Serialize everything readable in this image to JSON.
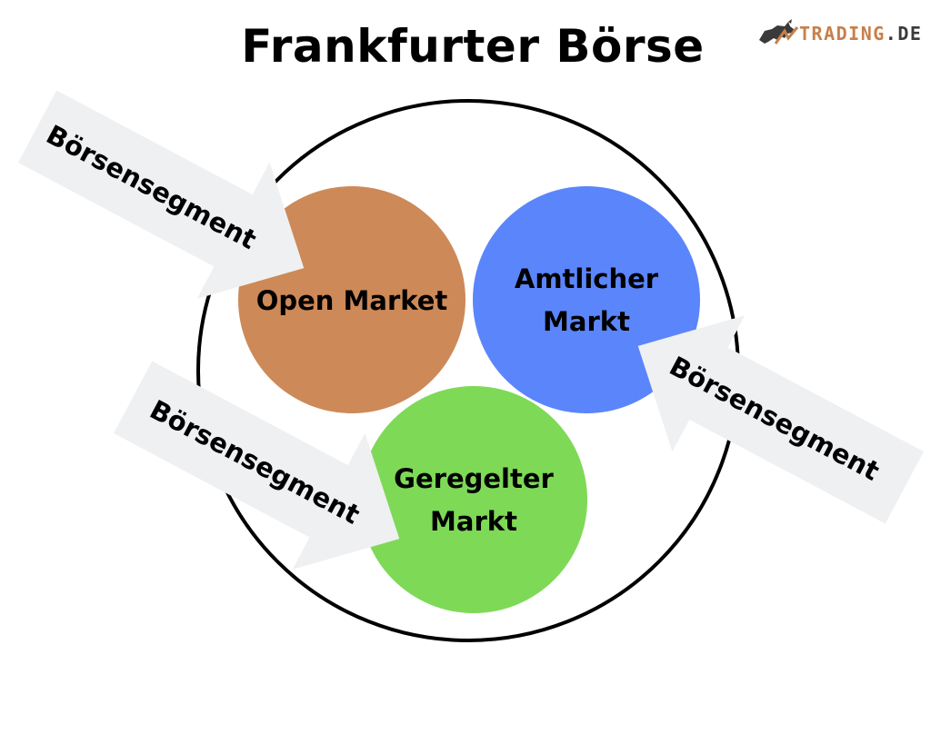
{
  "title": "Frankfurter Börse",
  "logo": {
    "brand": "TRADING",
    "suffix": ".DE",
    "icon": "bull-icon",
    "brand_color": "#c87f4a",
    "suffix_color": "#3a3a3a"
  },
  "segments": [
    {
      "line1": "Open Market",
      "line2": "",
      "color": "#cd8957"
    },
    {
      "line1": "Amtlicher",
      "line2": "Markt",
      "color": "#5b85fb"
    },
    {
      "line1": "Geregelter",
      "line2": "Markt",
      "color": "#7ed957"
    }
  ],
  "arrows": [
    {
      "label": "Börsensegment"
    },
    {
      "label": "Börsensegment"
    },
    {
      "label": "Börsensegment"
    }
  ],
  "colors": {
    "arrow_fill": "#eff0f2",
    "outline": "#000000",
    "text": "#000000"
  }
}
